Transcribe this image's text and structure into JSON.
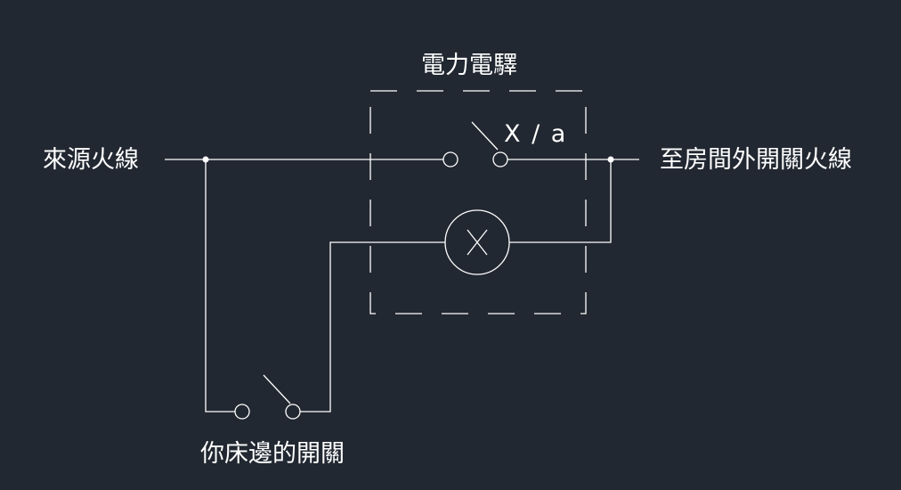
{
  "labels": {
    "source_live": "來源火線",
    "relay_title": "電力電驛",
    "to_outside_switch": "至房間外開關火線",
    "bedside_switch": "你床邊的開關",
    "relay_contact_mark": "X / a"
  },
  "colors": {
    "background": "#222831",
    "line": "#ffffff"
  }
}
